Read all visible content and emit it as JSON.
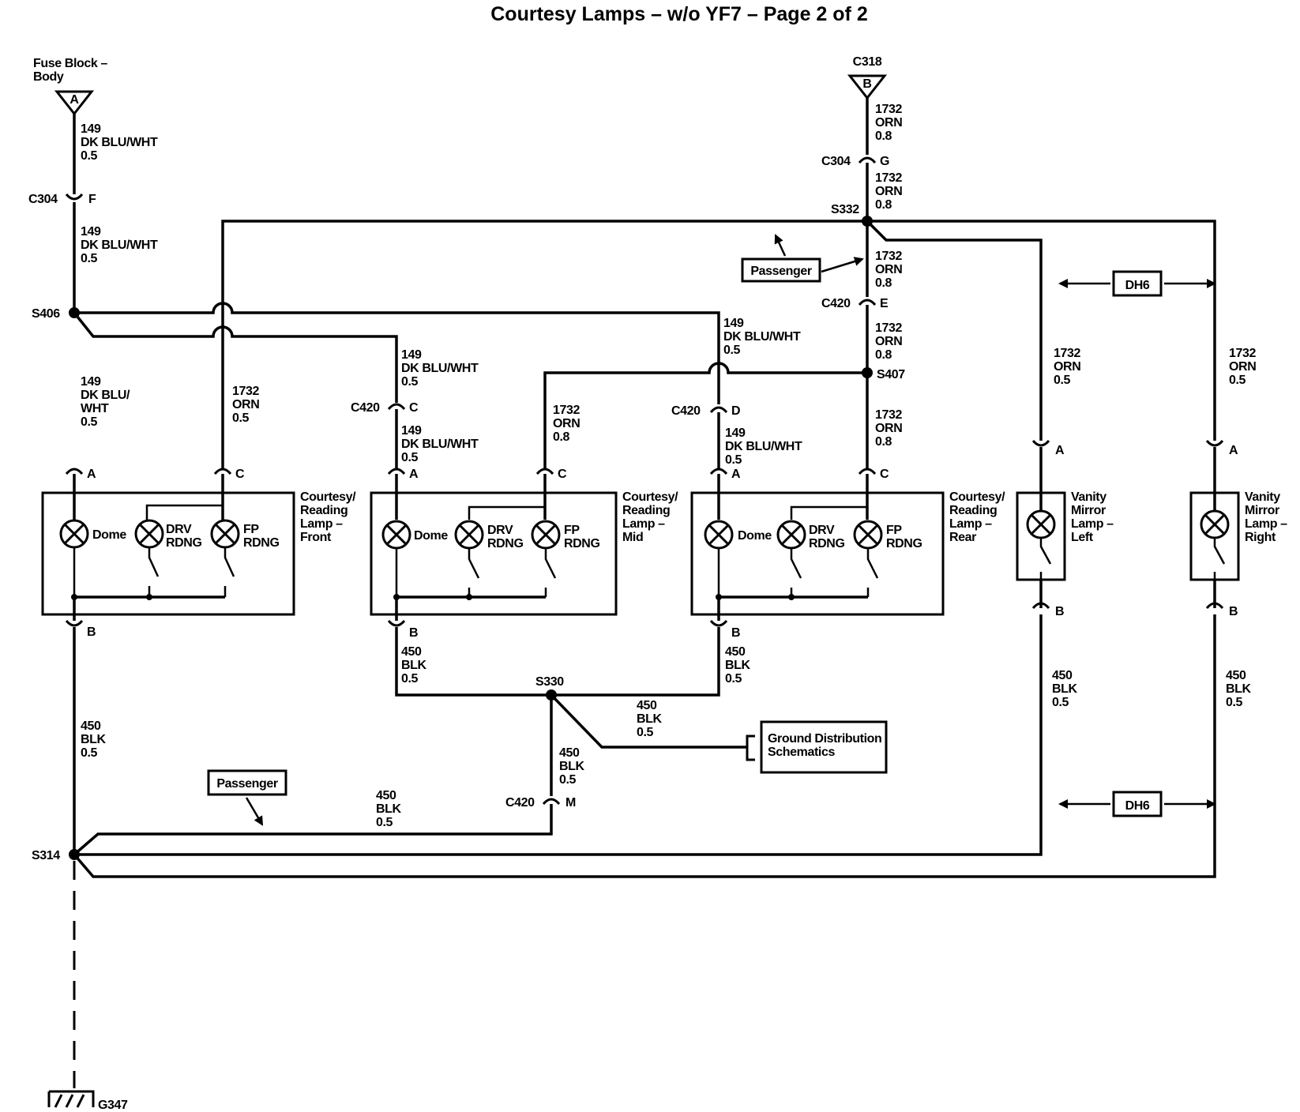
{
  "title": "Courtesy Lamps – w/o YF7  – Page 2 of 2",
  "sources": {
    "fuse_block": {
      "label_line1": "Fuse Block –",
      "label_line2": "Body",
      "pin": "A"
    },
    "c318": {
      "label": "C318",
      "pin": "B"
    }
  },
  "connectors": {
    "c304_f": {
      "name": "C304",
      "pin": "F"
    },
    "c304_g": {
      "name": "C304",
      "pin": "G"
    },
    "c420_e": {
      "name": "C420",
      "pin": "E"
    },
    "c420_c": {
      "name": "C420",
      "pin": "C"
    },
    "c420_d": {
      "name": "C420",
      "pin": "D"
    },
    "c420_m": {
      "name": "C420",
      "pin": "M"
    }
  },
  "splices": {
    "s406": "S406",
    "s332": "S332",
    "s407": "S407",
    "s330": "S330",
    "s314": "S314"
  },
  "ground": {
    "label": "G347"
  },
  "wires": {
    "w149_top": [
      "149",
      "DK BLU/WHT",
      "0.5"
    ],
    "w149_mid": [
      "149",
      "DK BLU/WHT",
      "0.5"
    ],
    "w149_front": [
      "149",
      "DK BLU/",
      "WHT",
      "0.5"
    ],
    "w149_c420c": [
      "149",
      "DK BLU/WHT",
      "0.5"
    ],
    "w149_mid2": [
      "149",
      "DK BLU/WHT",
      "0.5"
    ],
    "w149_rear": [
      "149",
      "DK BLU/WHT",
      "0.5"
    ],
    "w149_rear2": [
      "149",
      "DK BLU/WHT",
      "0.5"
    ],
    "w1732_top": [
      "1732",
      "ORN",
      "0.8"
    ],
    "w1732_g": [
      "1732",
      "ORN",
      "0.8"
    ],
    "w1732_e": [
      "1732",
      "ORN",
      "0.8"
    ],
    "w1732_e2": [
      "1732",
      "ORN",
      "0.8"
    ],
    "w1732_rear": [
      "1732",
      "ORN",
      "0.8"
    ],
    "w1732_front": [
      "1732",
      "ORN",
      "0.5"
    ],
    "w1732_mid": [
      "1732",
      "ORN",
      "0.8"
    ],
    "w1732_vl": [
      "1732",
      "ORN",
      "0.5"
    ],
    "w1732_vr": [
      "1732",
      "ORN",
      "0.5"
    ],
    "w450_front": [
      "450",
      "BLK",
      "0.5"
    ],
    "w450_mid": [
      "450",
      "BLK",
      "0.5"
    ],
    "w450_rear": [
      "450",
      "BLK",
      "0.5"
    ],
    "w450_gnd": [
      "450",
      "BLK",
      "0.5"
    ],
    "w450_m": [
      "450",
      "BLK",
      "0.5"
    ],
    "w450_bottom": [
      "450",
      "BLK",
      "0.5"
    ],
    "w450_vl": [
      "450",
      "BLK",
      "0.5"
    ],
    "w450_vr": [
      "450",
      "BLK",
      "0.5"
    ]
  },
  "lamps": {
    "front": {
      "name": [
        "Courtesy/",
        "Reading",
        "Lamp –",
        "Front"
      ],
      "pins": [
        "A",
        "C",
        "B"
      ],
      "bulbs": {
        "dome": "Dome",
        "drv": [
          "DRV",
          "RDNG"
        ],
        "fp": [
          "FP",
          "RDNG"
        ]
      }
    },
    "mid": {
      "name": [
        "Courtesy/",
        "Reading",
        "Lamp –",
        "Mid"
      ],
      "pins": [
        "A",
        "C",
        "B"
      ],
      "bulbs": {
        "dome": "Dome",
        "drv": [
          "DRV",
          "RDNG"
        ],
        "fp": [
          "FP",
          "RDNG"
        ]
      }
    },
    "rear": {
      "name": [
        "Courtesy/",
        "Reading",
        "Lamp –",
        "Rear"
      ],
      "pins": [
        "A",
        "C",
        "B"
      ],
      "bulbs": {
        "dome": "Dome",
        "drv": [
          "DRV",
          "RDNG"
        ],
        "fp": [
          "FP",
          "RDNG"
        ]
      }
    },
    "vanity_left": {
      "name": [
        "Vanity",
        "Mirror",
        "Lamp –",
        "Left"
      ],
      "pins": [
        "A",
        "B"
      ]
    },
    "vanity_right": {
      "name": [
        "Vanity",
        "Mirror",
        "Lamp –",
        "Right"
      ],
      "pins": [
        "A",
        "B"
      ]
    }
  },
  "tags": {
    "passenger_top": "Passenger",
    "passenger_bottom": "Passenger",
    "dh6_top": "DH6",
    "dh6_bottom": "DH6"
  },
  "reference": {
    "line1": "Ground Distribution",
    "line2": "Schematics"
  }
}
